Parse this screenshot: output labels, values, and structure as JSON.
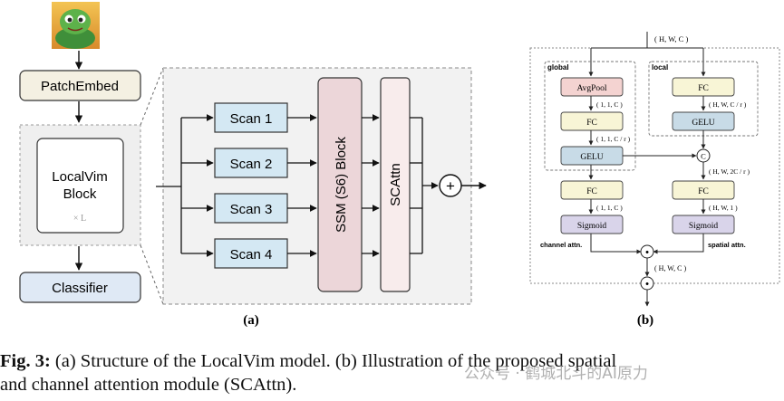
{
  "panel_a": {
    "patch_embed": "PatchEmbed",
    "block_line1": "LocalVim",
    "block_line2": "Block",
    "repeat": "× L",
    "classifier": "Classifier",
    "scans": [
      "Scan 1",
      "Scan 2",
      "Scan 3",
      "Scan 4"
    ],
    "ssm": "SSM (S6) Block",
    "scattn": "SCAttn",
    "plus": "+",
    "label": "(a)"
  },
  "panel_b": {
    "input_shape": "( H, W, C )",
    "global_title": "global",
    "local_title": "local",
    "avgpool": "AvgPool",
    "fc": "FC",
    "gelu": "GELU",
    "sigmoid": "Sigmoid",
    "concat": "C",
    "dot": "•",
    "shape_11c": "( 1, 1, C )",
    "shape_11cr": "( 1, 1, C / r )",
    "shape_11c_b": "( 1, 1, C )",
    "shape_hwcr": "( H, W, C / r )",
    "shape_hw2cr": "( H, W, 2C / r )",
    "shape_hw1": "( H, W, 1 )",
    "shape_out": "( H, W, C )",
    "channel_attn": "channel attn.",
    "spatial_attn": "spatial attn.",
    "label": "(b)"
  },
  "caption": {
    "fig": "Fig. 3:",
    "line1_rest": " (a) Structure of the LocalVim model. (b) Illustration of the proposed spatial",
    "line2": "and channel attention module (SCAttn)."
  },
  "watermark": "公众号 · 鹤城北斗的AI原力",
  "colors": {
    "patch_fill": "#f4f0e2",
    "classifier_fill": "#dfe9f5",
    "scan_fill": "#d4e8f3",
    "ssm_fill": "#ecd6d9",
    "scattn_fill": "#f8ecec",
    "avgpool_fill": "#f4d3d1",
    "fc_fill": "#f8f5d6",
    "gelu_fill": "#c8dbe7",
    "sigmoid_fill": "#d9d4ea"
  }
}
